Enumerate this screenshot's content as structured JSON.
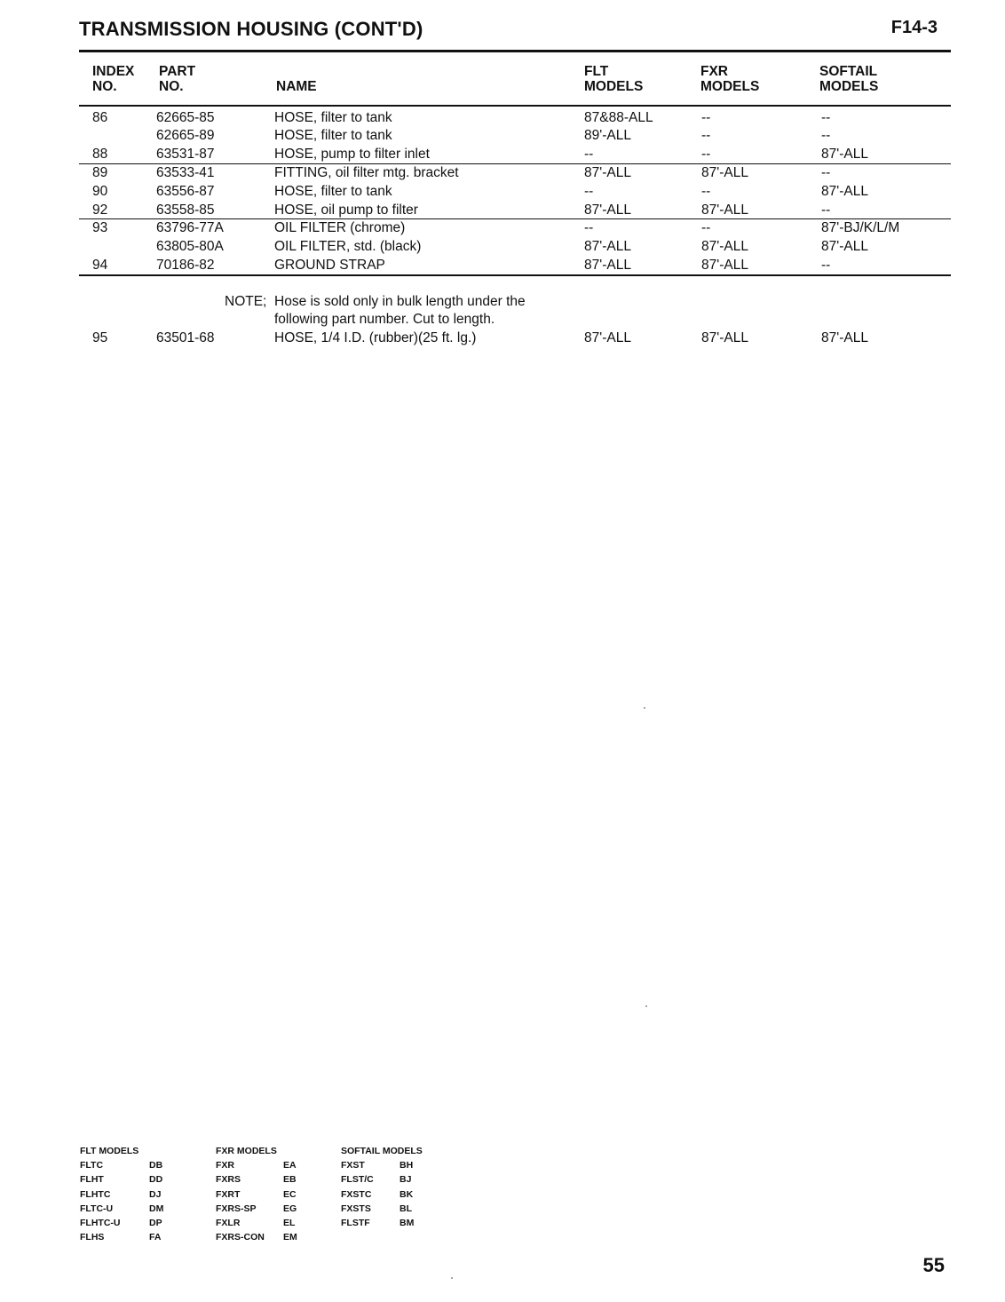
{
  "header": {
    "title": "TRANSMISSION HOUSING (CONT'D)",
    "code": "F14-3"
  },
  "columns": {
    "index": [
      "INDEX",
      "NO."
    ],
    "part": [
      "PART",
      "NO."
    ],
    "name": "NAME",
    "flt": [
      "FLT",
      "MODELS"
    ],
    "fxr": [
      "FXR",
      "MODELS"
    ],
    "softail": [
      "SOFTAIL",
      "MODELS"
    ]
  },
  "rows": [
    {
      "index": "86",
      "part": "62665-85",
      "name": "HOSE, filter to tank",
      "flt": "87&88-ALL",
      "fxr": "--",
      "softail": "--"
    },
    {
      "index": "",
      "part": "62665-89",
      "name": "HOSE, filter to tank",
      "flt": "89'-ALL",
      "fxr": "--",
      "softail": "--"
    },
    {
      "index": "88",
      "part": "63531-87",
      "name": "HOSE, pump to filter inlet",
      "flt": "--",
      "fxr": "--",
      "softail": "87'-ALL"
    },
    {
      "index": "89",
      "part": "63533-41",
      "name": "FITTING, oil filter mtg. bracket",
      "flt": "87'-ALL",
      "fxr": "87'-ALL",
      "softail": "--"
    },
    {
      "index": "90",
      "part": "63556-87",
      "name": "HOSE, filter to tank",
      "flt": "--",
      "fxr": "--",
      "softail": "87'-ALL"
    },
    {
      "index": "92",
      "part": "63558-85",
      "name": "HOSE, oil pump to filter",
      "flt": "87'-ALL",
      "fxr": "87'-ALL",
      "softail": "--"
    },
    {
      "index": "93",
      "part": "63796-77A",
      "name": "OIL FILTER (chrome)",
      "flt": "--",
      "fxr": "--",
      "softail": "87'-BJ/K/L/M"
    },
    {
      "index": "",
      "part": "63805-80A",
      "name": "OIL FILTER, std. (black)",
      "flt": "87'-ALL",
      "fxr": "87'-ALL",
      "softail": "87'-ALL"
    },
    {
      "index": "94",
      "part": "70186-82",
      "name": "GROUND STRAP",
      "flt": "87'-ALL",
      "fxr": "87'-ALL",
      "softail": "--"
    }
  ],
  "note": {
    "label": "NOTE;",
    "line1": "Hose is sold only in bulk length under the",
    "line2": "following part number. Cut to  length."
  },
  "bulk_row": {
    "index": "95",
    "part": "63501-68",
    "name": "HOSE, 1/4 I.D. (rubber)(25 ft. lg.)",
    "flt": "87'-ALL",
    "fxr": "87'-ALL",
    "softail": "87'-ALL"
  },
  "legend": {
    "flt": {
      "heading": "FLT MODELS",
      "items": [
        [
          "FLTC",
          "DB"
        ],
        [
          "FLHT",
          "DD"
        ],
        [
          "FLHTC",
          "DJ"
        ],
        [
          "FLTC-U",
          "DM"
        ],
        [
          "FLHTC-U",
          "DP"
        ],
        [
          "FLHS",
          "FA"
        ]
      ]
    },
    "fxr": {
      "heading": "FXR MODELS",
      "items": [
        [
          "FXR",
          "EA"
        ],
        [
          "FXRS",
          "EB"
        ],
        [
          "FXRT",
          "EC"
        ],
        [
          "FXRS-SP",
          "EG"
        ],
        [
          "FXLR",
          "EL"
        ],
        [
          "FXRS-CON",
          "EM"
        ]
      ]
    },
    "softail": {
      "heading": "SOFTAIL MODELS",
      "items": [
        [
          "FXST",
          "BH"
        ],
        [
          "FLST/C",
          "BJ"
        ],
        [
          "FXSTC",
          "BK"
        ],
        [
          "FXSTS",
          "BL"
        ],
        [
          "FLSTF",
          "BM"
        ]
      ]
    }
  },
  "page_number": "55"
}
